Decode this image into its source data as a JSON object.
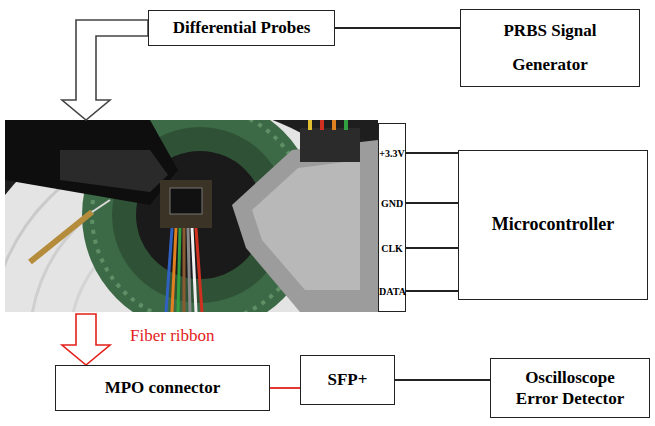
{
  "diagram": {
    "nodes": [
      {
        "text": [
          "Differential Probes"
        ]
      },
      {
        "text": [
          "PRBS Signal Generator"
        ]
      },
      {
        "text": [
          "+3.3V",
          "GND",
          "CLK",
          "DATA"
        ]
      },
      {
        "text": [
          "Microcontroller"
        ]
      },
      {
        "text": [
          "MPO connector"
        ]
      },
      {
        "text": [
          "SFP+"
        ]
      },
      {
        "text": [
          "Oscilloscope Error Detector"
        ]
      }
    ],
    "edges": [
      {
        "from": 0,
        "to": 1,
        "arrow": "none"
      },
      {
        "from": 0,
        "to": 2,
        "arrow": "to"
      },
      {
        "from": 2,
        "to": 3,
        "arrow": "none"
      },
      {
        "from": 2,
        "to": 3,
        "arrow": "none"
      },
      {
        "from": 2,
        "to": 3,
        "arrow": "none"
      },
      {
        "from": 2,
        "to": 3,
        "arrow": "none"
      },
      {
        "from": 2,
        "to": 4,
        "arrow": "to"
      },
      {
        "from": 4,
        "to": 5,
        "arrow": "none"
      },
      {
        "from": 5,
        "to": 6,
        "arrow": "none"
      }
    ],
    "labels": [
      "Fiber ribbon"
    ]
  }
}
